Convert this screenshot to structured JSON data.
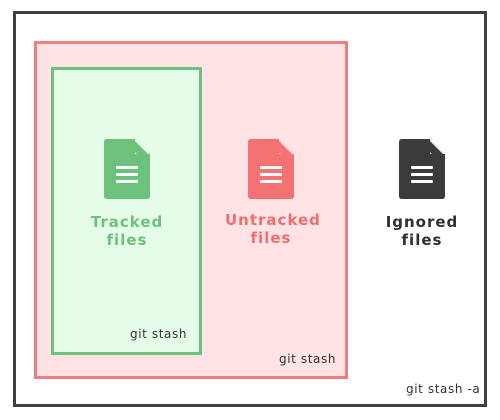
{
  "diagram": {
    "colors": {
      "tracked": "#6cc27c",
      "untracked": "#ef7e7e",
      "ignored": "#3b3b3b",
      "tracked_fill": "#e5fde8",
      "untracked_fill": "#ffe3e5",
      "frame": "#3f3f3f"
    },
    "regions": {
      "inner_label": "git stash",
      "middle_label": "git stash",
      "outer_label": "git stash -a"
    },
    "files": [
      {
        "icon": "file-document-icon",
        "line1": "Tracked",
        "line2": "files"
      },
      {
        "icon": "file-document-icon",
        "line1": "Untracked",
        "line2": "files"
      },
      {
        "icon": "file-document-icon",
        "line1": "Ignored",
        "line2": "files"
      }
    ]
  }
}
